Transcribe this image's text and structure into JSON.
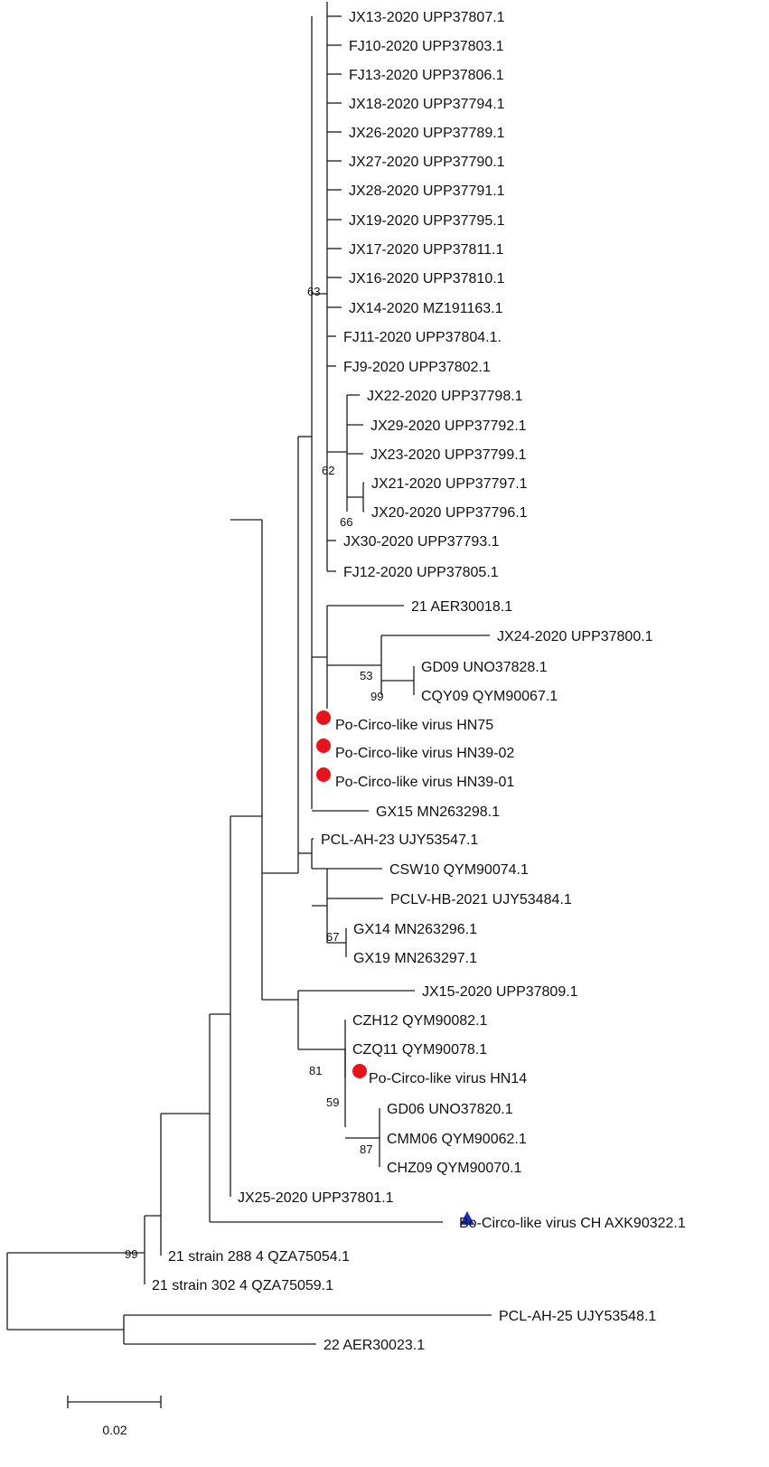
{
  "colors": {
    "line": "#1a1a1a",
    "text": "#111111",
    "marker_circle": "#e8141b",
    "marker_triangle": "#1530c8"
  },
  "leaves": [
    {
      "label": "JX13-2020 UPP37807.1"
    },
    {
      "label": "FJ10-2020 UPP37803.1"
    },
    {
      "label": "FJ13-2020 UPP37806.1"
    },
    {
      "label": "JX18-2020 UPP37794.1"
    },
    {
      "label": "JX26-2020 UPP37789.1"
    },
    {
      "label": "JX27-2020 UPP37790.1"
    },
    {
      "label": "JX28-2020 UPP37791.1"
    },
    {
      "label": "JX19-2020 UPP37795.1"
    },
    {
      "label": "JX17-2020 UPP37811.1"
    },
    {
      "label": "JX16-2020 UPP37810.1"
    },
    {
      "label": "JX14-2020 MZ191163.1"
    },
    {
      "label": "FJ11-2020 UPP37804.1."
    },
    {
      "label": "FJ9-2020 UPP37802.1"
    },
    {
      "label": "JX22-2020 UPP37798.1"
    },
    {
      "label": "JX29-2020 UPP37792.1"
    },
    {
      "label": "JX23-2020 UPP37799.1"
    },
    {
      "label": "JX21-2020 UPP37797.1"
    },
    {
      "label": "JX20-2020 UPP37796.1"
    },
    {
      "label": "JX30-2020 UPP37793.1"
    },
    {
      "label": "FJ12-2020 UPP37805.1"
    },
    {
      "label": "21 AER30018.1"
    },
    {
      "label": "JX24-2020 UPP37800.1"
    },
    {
      "label": "GD09 UNO37828.1"
    },
    {
      "label": "CQY09 QYM90067.1"
    },
    {
      "label": "Po-Circo-like virus HN75",
      "marker": "circle"
    },
    {
      "label": "Po-Circo-like virus HN39-02",
      "marker": "circle"
    },
    {
      "label": "Po-Circo-like virus HN39-01",
      "marker": "circle"
    },
    {
      "label": "GX15 MN263298.1"
    },
    {
      "label": "PCL-AH-23 UJY53547.1"
    },
    {
      "label": "CSW10 QYM90074.1"
    },
    {
      "label": "PCLV-HB-2021 UJY53484.1"
    },
    {
      "label": "GX14 MN263296.1"
    },
    {
      "label": "GX19 MN263297.1"
    },
    {
      "label": "JX15-2020 UPP37809.1"
    },
    {
      "label": "CZH12 QYM90082.1"
    },
    {
      "label": "CZQ11 QYM90078.1"
    },
    {
      "label": "Po-Circo-like virus HN14",
      "marker": "circle"
    },
    {
      "label": "GD06 UNO37820.1"
    },
    {
      "label": "CMM06 QYM90062.1"
    },
    {
      "label": "CHZ09 QYM90070.1"
    },
    {
      "label": "JX25-2020 UPP37801.1"
    },
    {
      "label": "Bo-Circo-like virus CH AXK90322.1",
      "marker": "triangle"
    },
    {
      "label": "21 strain 288 4 QZA75054.1"
    },
    {
      "label": "21 strain 302 4 QZA75059.1"
    },
    {
      "label": "PCL-AH-25 UJY53548.1"
    },
    {
      "label": "22 AER30023.1"
    }
  ],
  "bootstrap": [
    "63",
    "62",
    "66",
    "53",
    "99",
    "67",
    "81",
    "59",
    "87",
    "99"
  ],
  "scale_bar": {
    "label": "0.02"
  }
}
